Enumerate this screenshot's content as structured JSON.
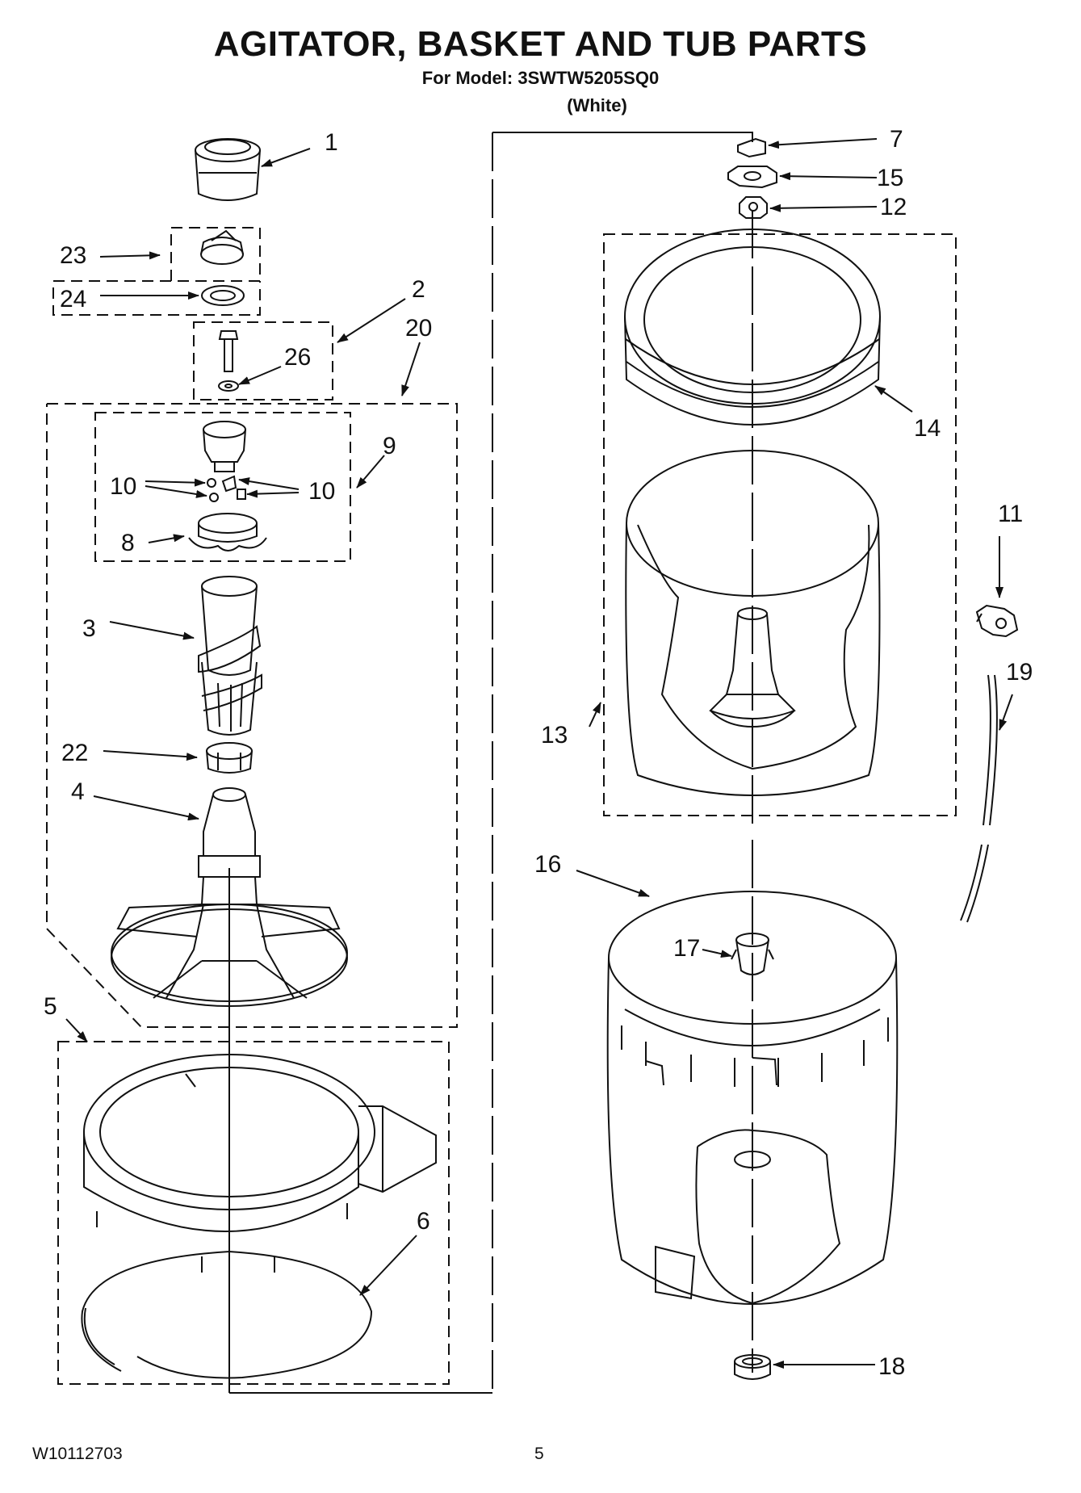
{
  "title": "AGITATOR, BASKET AND TUB PARTS",
  "model": "For Model: 3SWTW5205SQ0",
  "color": "(White)",
  "footer": {
    "doc_number": "W10112703",
    "page": "5"
  },
  "callouts": {
    "c1": "1",
    "c2": "2",
    "c3": "3",
    "c4": "4",
    "c5": "5",
    "c6": "6",
    "c7": "7",
    "c8": "8",
    "c9": "9",
    "c10a": "10",
    "c10b": "10",
    "c11": "11",
    "c12": "12",
    "c13": "13",
    "c14": "14",
    "c15": "15",
    "c16": "16",
    "c17": "17",
    "c18": "18",
    "c19": "19",
    "c20": "20",
    "c22": "22",
    "c23": "23",
    "c24": "24",
    "c26": "26"
  }
}
